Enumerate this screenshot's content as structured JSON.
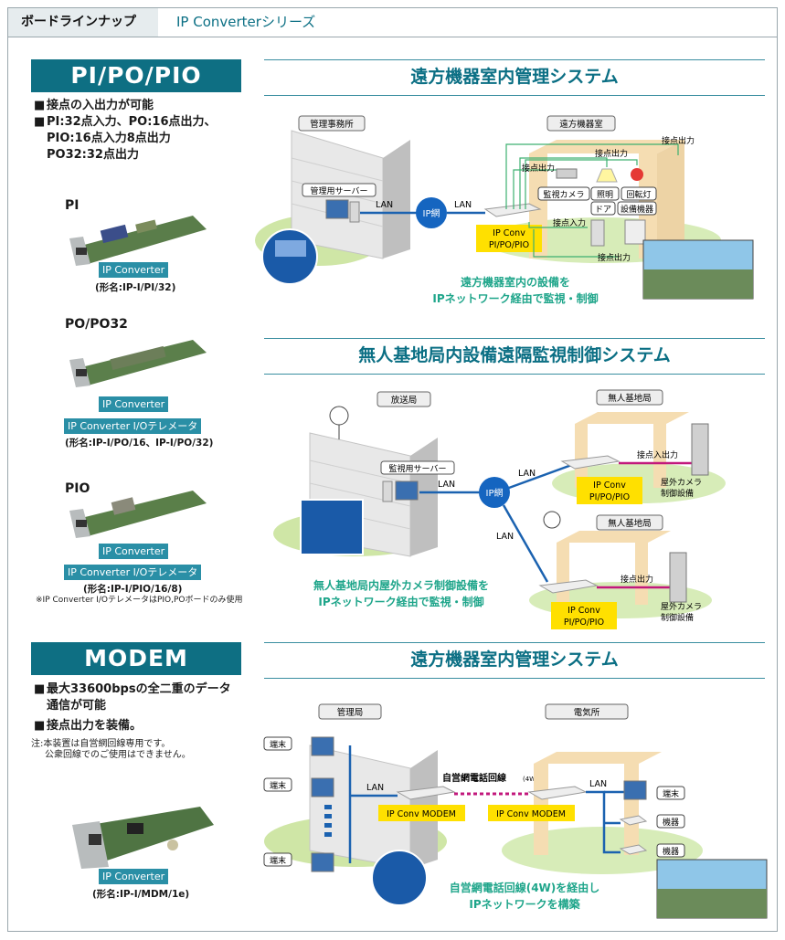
{
  "header": {
    "tab_lineup": "ボードラインナップ",
    "tab_series": "IP Converterシリーズ"
  },
  "pio": {
    "title": "PI/PO/PIO",
    "bullets": [
      "接点の入出力が可能",
      "PI:32点入力、PO:16点出力、",
      "PIO:16点入力8点出力",
      "PO32:32点出力"
    ],
    "boards": [
      {
        "label": "PI",
        "pills": [
          "IP Converter"
        ],
        "model": "(形名:IP-I/PI/32)"
      },
      {
        "label": "PO/PO32",
        "pills": [
          "IP Converter",
          "IP Converter I/Oテレメータ"
        ],
        "model": "(形名:IP-I/PO/16、IP-I/PO/32)"
      },
      {
        "label": "PIO",
        "pills": [
          "IP Converter",
          "IP Converter I/Oテレメータ"
        ],
        "model": "(形名:IP-I/PIO/16/8)"
      }
    ],
    "footnote": "※IP Converter I/OテレメータはPIO,POボードのみ使用"
  },
  "modem": {
    "title": "MODEM",
    "bullets": [
      "最大33600bpsの全二重のデータ",
      "通信が可能",
      "接点出力を装備。"
    ],
    "note1": "注:本装置は自営網回線専用です。",
    "note2": "公衆回線でのご使用はできません。",
    "pill": "IP Converter",
    "model": "(形名:IP-I/MDM/1e)"
  },
  "diagram1": {
    "title": "遠方機器室内管理システム",
    "office_label": "管理事務所",
    "room_label": "遠方機器室",
    "server_label": "管理用サーバー",
    "lan1": "LAN",
    "lan2": "LAN",
    "ipnet": "IP網",
    "conv_line1": "IP Conv",
    "conv_line2": "PI/PO/PIO",
    "contact_out_a": "接点出力",
    "contact_out_b": "接点出力",
    "contact_out_c": "接点出力",
    "contact_in": "接点入力",
    "contact_out_bottom": "接点出力",
    "devices": [
      "監視カメラ",
      "照明",
      "回転灯",
      "ドア",
      "設備機器"
    ],
    "caption1": "遠方機器室内の設備を",
    "caption2": "IPネットワーク経由で監視・制御"
  },
  "diagram2": {
    "title": "無人基地局内設備遠隔監視制御システム",
    "station_label": "放送局",
    "base1_label": "無人基地局",
    "base2_label": "無人基地局",
    "server_label": "監視用サーバー",
    "lan_srv": "LAN",
    "lan_top": "LAN",
    "lan_bottom": "LAN",
    "ipnet": "IP網",
    "conv_line1": "IP Conv",
    "conv_line2": "PI/PO/PIO",
    "contact_io": "接点入出力",
    "contact_out": "接点出力",
    "camera1": "屋外カメラ",
    "camera2": "制御設備",
    "caption1": "無人基地局内屋外カメラ制御設備を",
    "caption2": "IPネットワーク経由で監視・制御"
  },
  "diagram3": {
    "title": "遠方機器室内管理システム",
    "office_label": "管理局",
    "substation_label": "電気所",
    "terminal": "端末",
    "device": "機器",
    "lan_left": "LAN",
    "lan_right": "LAN",
    "line_label": "自営網電話回線",
    "line_suffix": "(4W)",
    "modem_left": "IP Conv MODEM",
    "modem_right": "IP Conv MODEM",
    "caption1": "自営網電話回線(4W)を経由し",
    "caption2": "IPネットワークを構築"
  },
  "colors": {
    "accent": "#0e6f83",
    "pill": "#2a8fa6",
    "yellow": "#ffe000",
    "ipnet": "#1565c0",
    "magenta": "#c2187c",
    "caption": "#1ea58a"
  }
}
